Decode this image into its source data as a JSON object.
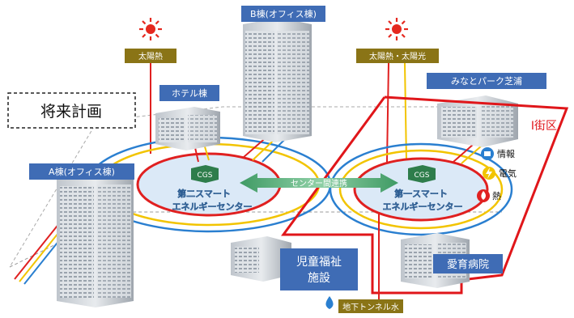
{
  "labels": {
    "future_plan": "将来計画",
    "building_b": "B棟(オフィス棟)",
    "hotel": "ホテル棟",
    "building_a": "A棟(オフィス棟)",
    "minato_park": "みなとパーク芝浦",
    "district": "Ⅰ街区",
    "solar_heat_left": "太陽熱",
    "solar_heat_right": "太陽熱・太陽光",
    "cgs_left": "CGS",
    "cgs_right": "CGS",
    "center_2_line1": "第二スマート",
    "center_2_line2": "エネルギーセンター",
    "center_1_line1": "第一スマート",
    "center_1_line2": "エネルギーセンター",
    "center_link": "センター間連携",
    "legend_info": "情報",
    "legend_elec": "電気",
    "legend_heat": "熱",
    "childcare": "児童福祉",
    "childcare2": "施設",
    "hospital": "愛育病院",
    "tunnel_water": "地下トンネル水"
  },
  "colors": {
    "ring_red": "#e02020",
    "ring_yellow": "#f2c400",
    "ring_blue": "#2a7fd0",
    "label_blue": "#3f6cb5",
    "label_gold": "#8a7416",
    "link_green": "#4fa36e",
    "district_red": "#e0161a"
  }
}
